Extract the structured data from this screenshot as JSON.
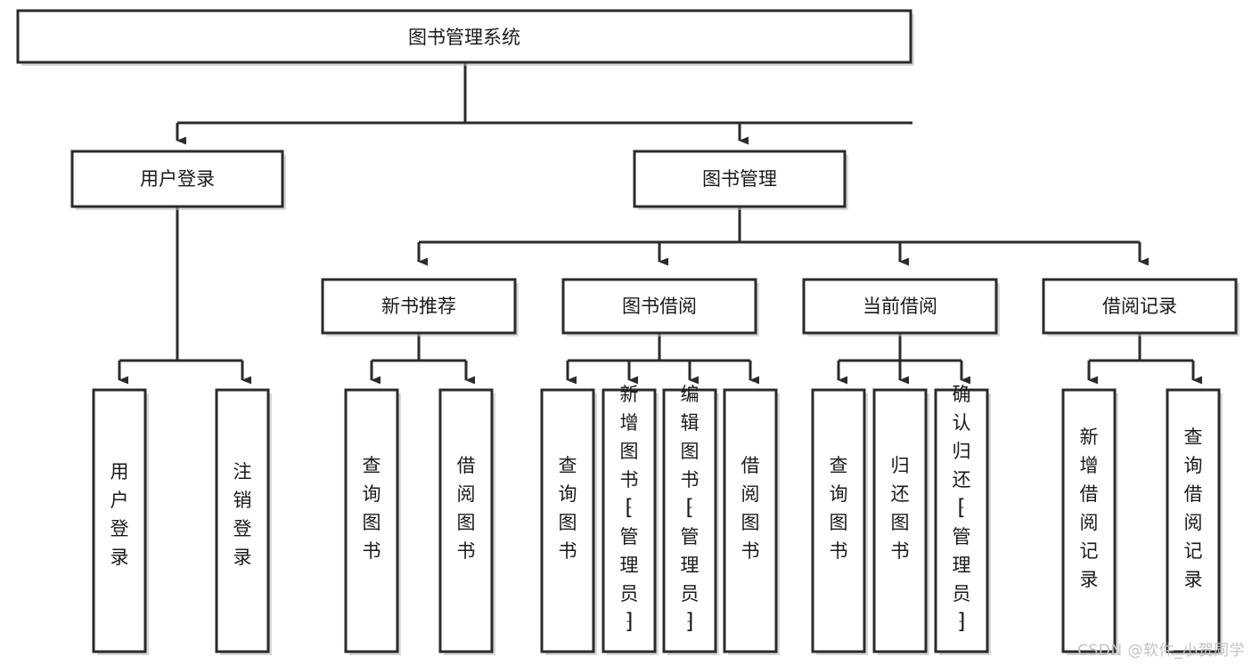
{
  "diagram": {
    "type": "tree-hierarchy",
    "title": "图书管理系统",
    "orientation": "top-down",
    "watermark": "CSDN @软件_小贺同学",
    "root": {
      "id": "root",
      "label": "图书管理系统",
      "text_orientation": "horizontal"
    },
    "level2": [
      {
        "id": "user-login",
        "label": "用户登录",
        "text_orientation": "horizontal"
      },
      {
        "id": "book-manage",
        "label": "图书管理",
        "text_orientation": "horizontal"
      }
    ],
    "level3": [
      {
        "id": "new-book-rec",
        "label": "新书推荐",
        "parent": "book-manage",
        "text_orientation": "horizontal"
      },
      {
        "id": "book-borrow",
        "label": "图书借阅",
        "parent": "book-manage",
        "text_orientation": "horizontal"
      },
      {
        "id": "current-borrow",
        "label": "当前借阅",
        "parent": "book-manage",
        "text_orientation": "horizontal"
      },
      {
        "id": "borrow-record",
        "label": "借阅记录",
        "parent": "book-manage",
        "text_orientation": "horizontal"
      }
    ],
    "leaves": [
      {
        "id": "leaf-user-login",
        "label": "用户登录",
        "parent": "user-login",
        "text_orientation": "vertical"
      },
      {
        "id": "leaf-logout",
        "label": "注销登录",
        "parent": "user-login",
        "text_orientation": "vertical"
      },
      {
        "id": "leaf-query-book-1",
        "label": "查询图书",
        "parent": "new-book-rec",
        "text_orientation": "vertical"
      },
      {
        "id": "leaf-borrow-book-1",
        "label": "借阅图书",
        "parent": "new-book-rec",
        "text_orientation": "vertical"
      },
      {
        "id": "leaf-query-book-2",
        "label": "查询图书",
        "parent": "book-borrow",
        "text_orientation": "vertical"
      },
      {
        "id": "leaf-add-book",
        "label": "新增图书（管理员）",
        "parent": "book-borrow",
        "text_orientation": "vertical"
      },
      {
        "id": "leaf-edit-book",
        "label": "编辑图书（管理员）",
        "parent": "book-borrow",
        "text_orientation": "vertical"
      },
      {
        "id": "leaf-borrow-book-2",
        "label": "借阅图书",
        "parent": "book-borrow",
        "text_orientation": "vertical"
      },
      {
        "id": "leaf-query-book-3",
        "label": "查询图书",
        "parent": "current-borrow",
        "text_orientation": "vertical"
      },
      {
        "id": "leaf-return-book",
        "label": "归还图书",
        "parent": "current-borrow",
        "text_orientation": "vertical"
      },
      {
        "id": "leaf-confirm-return",
        "label": "确认归还（管理员）",
        "parent": "current-borrow",
        "text_orientation": "vertical"
      },
      {
        "id": "leaf-add-record",
        "label": "新增借阅记录",
        "parent": "borrow-record",
        "text_orientation": "vertical"
      },
      {
        "id": "leaf-query-record",
        "label": "查询借阅记录",
        "parent": "borrow-record",
        "text_orientation": "vertical"
      }
    ],
    "colors": {
      "box_stroke": "#2b2b2b",
      "box_fill": "#ffffff",
      "connector": "#2b2b2b",
      "text": "#1a1a1a",
      "watermark": "#c2c2c2",
      "background": "#ffffff"
    }
  }
}
